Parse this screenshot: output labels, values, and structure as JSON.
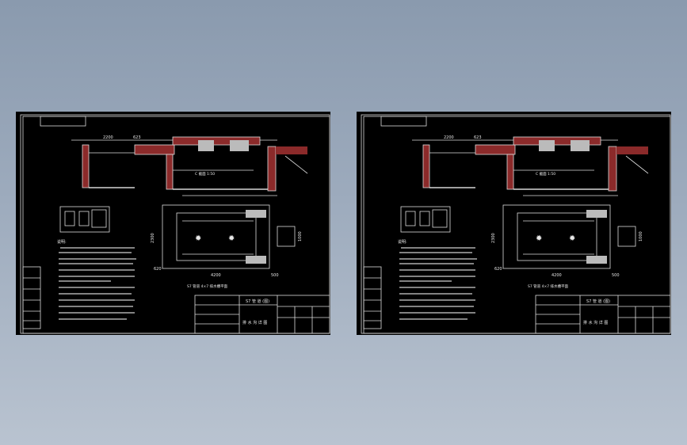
{
  "sheets": [
    {
      "id": "left",
      "dims": {
        "section_left": "2200",
        "section_small": "623",
        "plan_width": "4200",
        "plan_height": "2300",
        "plan_side": "1000",
        "plan_corner_a": "620",
        "plan_corner_b": "500"
      },
      "labels": {
        "plan_caption": "S7 管道 4×7 排水槽平面",
        "section_caption": "C 截面 1:50",
        "notes_heading": "说明:",
        "title_name": "S7 管 道 (图)",
        "title_sub": "排 水 沟 详 图"
      }
    },
    {
      "id": "right",
      "dims": {
        "section_left": "2200",
        "section_small": "623",
        "plan_width": "4200",
        "plan_height": "2300",
        "plan_side": "1000",
        "plan_corner_a": "620",
        "plan_corner_b": "500"
      },
      "labels": {
        "plan_caption": "S7 管道 4×7 排水槽平面",
        "section_caption": "C 截面 1:50",
        "notes_heading": "说明:",
        "title_name": "S7 管 道 (图)",
        "title_sub": "排 水 沟 详 图"
      }
    }
  ]
}
